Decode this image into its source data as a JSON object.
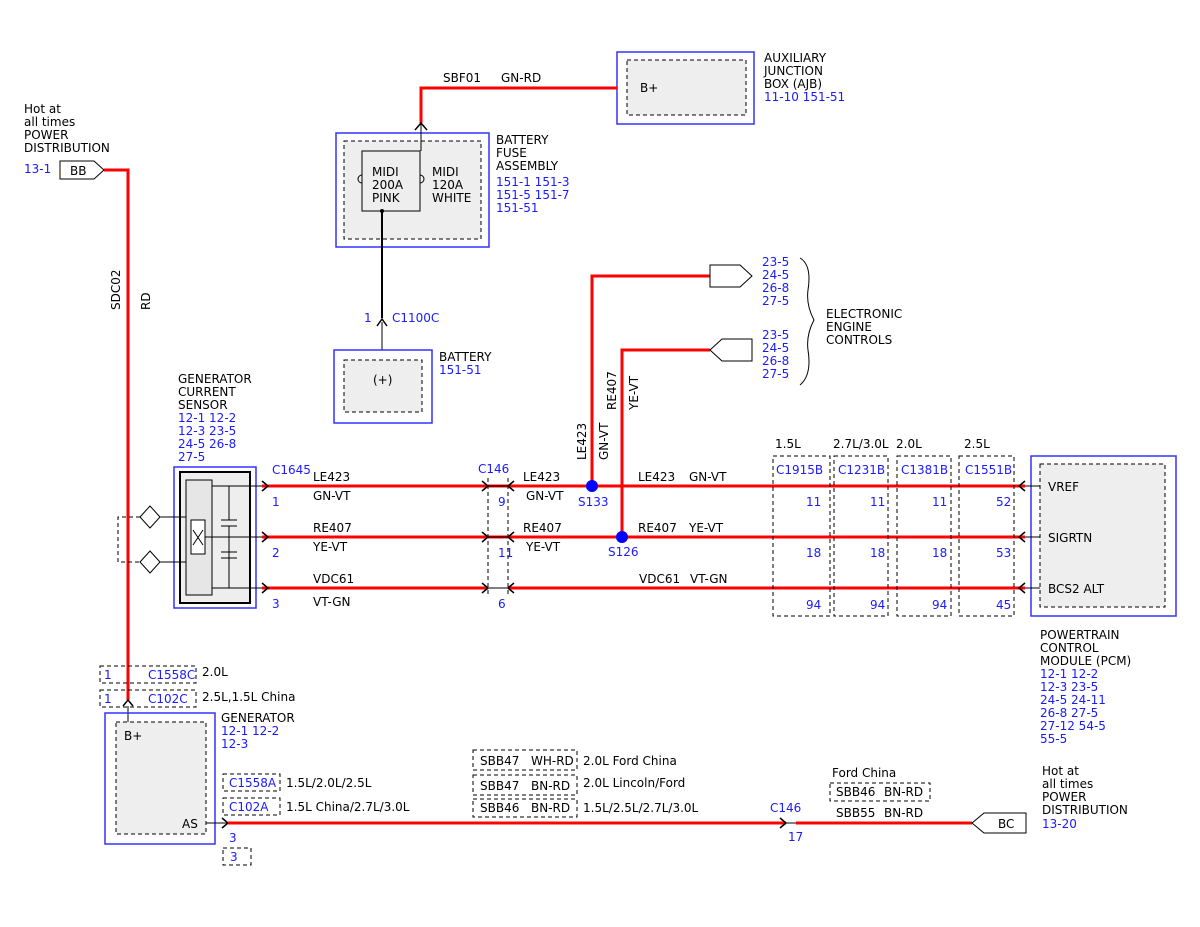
{
  "hot_at_times_1": {
    "line1": "Hot at",
    "line2": "all times",
    "line3": "POWER",
    "line4": "DISTRIBUTION",
    "ref": "13-1",
    "tag": "BB"
  },
  "hot_at_times_2": {
    "line1": "Hot at",
    "line2": "all times",
    "line3": "POWER",
    "line4": "DISTRIBUTION",
    "ref": "13-20",
    "tag": "BC"
  },
  "sdc02": {
    "circuit": "SDC02",
    "color": "RD"
  },
  "sbf01": {
    "circuit": "SBF01",
    "color": "GN-RD"
  },
  "ajb": {
    "line1": "AUXILIARY",
    "line2": "JUNCTION",
    "line3": "BOX (AJB)",
    "refs": "11-10  151-51",
    "pin": "B+"
  },
  "fuse_assembly": {
    "line1": "BATTERY",
    "line2": "FUSE",
    "line3": "ASSEMBLY",
    "ref1": "151-1  151-3",
    "ref2": "151-5  151-7",
    "ref3": "151-51",
    "fuse1_a": "MIDI",
    "fuse1_b": "200A",
    "fuse1_c": "PINK",
    "fuse2_a": "MIDI",
    "fuse2_b": "120A",
    "fuse2_c": "WHITE"
  },
  "battery": {
    "title": "BATTERY",
    "ref": "151-51",
    "terminal": "(+)",
    "conn_pin": "1",
    "conn": "C1100C"
  },
  "eec": {
    "line1": "ELECTRONIC",
    "line2": "ENGINE",
    "line3": "CONTROLS",
    "refs1": [
      "23-5",
      "24-5",
      "26-8",
      "27-5"
    ],
    "refs2": [
      "23-5",
      "24-5",
      "26-8",
      "27-5"
    ]
  },
  "gcs": {
    "line1": "GENERATOR",
    "line2": "CURRENT",
    "line3": "SENSOR",
    "refs": [
      "12-1   12-2",
      "12-3   23-5",
      "24-5   26-8",
      "27-5"
    ],
    "conn": "C1645"
  },
  "wires": {
    "le423": {
      "circuit": "LE423",
      "color": "GN-VT",
      "pin_gcs": "1",
      "pin_c146": "9"
    },
    "re407": {
      "circuit": "RE407",
      "color": "YE-VT",
      "pin_gcs": "2",
      "pin_c146": "11"
    },
    "vdc61": {
      "circuit": "VDC61",
      "color": "VT-GN",
      "pin_gcs": "3",
      "pin_c146": "6"
    }
  },
  "c146": "C146",
  "splices": {
    "s133": "S133",
    "s126": "S126"
  },
  "pcm_conns": [
    {
      "variant": "1.5L",
      "name": "C1915B",
      "pins": [
        "11",
        "18",
        "94"
      ]
    },
    {
      "variant": "2.7L/3.0L",
      "name": "C1231B",
      "pins": [
        "11",
        "18",
        "94"
      ]
    },
    {
      "variant": "2.0L",
      "name": "C1381B",
      "pins": [
        "11",
        "18",
        "94"
      ]
    },
    {
      "variant": "2.5L",
      "name": "C1551B",
      "pins": [
        "52",
        "53",
        "45"
      ]
    }
  ],
  "pcm": {
    "pin1": "VREF",
    "pin2": "SIGRTN",
    "pin3": "BCS2 ALT",
    "line1": "POWERTRAIN",
    "line2": "CONTROL",
    "line3": "MODULE (PCM)",
    "refs": [
      "12-1   12-2",
      "12-3   23-5",
      "24-5   24-11",
      "26-8   27-5",
      "27-12 54-5",
      "55-5"
    ]
  },
  "gen_conns": [
    {
      "pin": "1",
      "name": "C1558C",
      "variant": "2.0L"
    },
    {
      "pin": "1",
      "name": "C102C",
      "variant": "2.5L,1.5L China"
    }
  ],
  "generator": {
    "title": "GENERATOR",
    "refs1": "12-1   12-2",
    "refs2": "12-3",
    "pin_b": "B+",
    "pin_as": "AS"
  },
  "as_conns": [
    {
      "name": "C1558A",
      "variant": "1.5L/2.0L/2.5L"
    },
    {
      "name": "C102A",
      "variant": "1.5L China/2.7L/3.0L"
    }
  ],
  "as_pins": {
    "pin": "3",
    "pin_alt": "3"
  },
  "sbb_options": [
    {
      "circuit": "SBB47",
      "color": "WH-RD",
      "variant": "2.0L Ford China"
    },
    {
      "circuit": "SBB47",
      "color": "BN-RD",
      "variant": "2.0L Lincoln/Ford"
    },
    {
      "circuit": "SBB46",
      "color": "BN-RD",
      "variant": "1.5L/2.5L/2.7L/3.0L"
    }
  ],
  "c146_bottom": {
    "name": "C146",
    "pin": "17"
  },
  "ford_china": {
    "label": "Ford China",
    "circuit": "SBB46",
    "color": "BN-RD"
  },
  "sbb55": {
    "circuit": "SBB55",
    "color": "BN-RD"
  }
}
